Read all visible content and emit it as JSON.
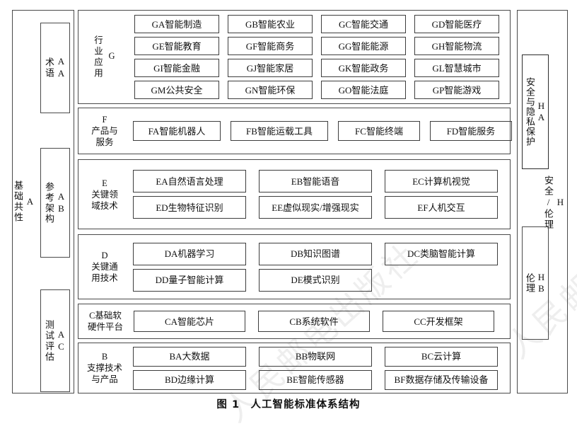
{
  "figure": {
    "caption": "图 1　人工智能标准体系结构",
    "colors": {
      "border": "#3d3d3d",
      "text": "#111111",
      "background": "#ffffff",
      "watermark": "rgba(0,0,0,0.065)"
    }
  },
  "watermark": {
    "text": "人民邮电出版社"
  },
  "left_column": {
    "code": "A",
    "label": "A\n基础共性",
    "items": [
      {
        "code": "AA",
        "label": "AA\n术语"
      },
      {
        "code": "AB",
        "label": "AB\n参考架构"
      },
      {
        "code": "AC",
        "label": "AC\n测试评估"
      }
    ]
  },
  "right_column": {
    "code": "H",
    "label": "H\n安全/伦理",
    "items": [
      {
        "code": "HA",
        "label": "HA\n安全与隐私保护"
      },
      {
        "code": "HB",
        "label": "HB\n伦理"
      }
    ]
  },
  "rows": [
    {
      "code": "G",
      "label": "G\n行业应用",
      "lines": [
        [
          {
            "code": "GA",
            "label": "GA智能制造"
          },
          {
            "code": "GB",
            "label": "GB智能农业"
          },
          {
            "code": "GC",
            "label": "GC智能交通"
          },
          {
            "code": "GD",
            "label": "GD智能医疗"
          }
        ],
        [
          {
            "code": "GE",
            "label": "GE智能教育"
          },
          {
            "code": "GF",
            "label": "GF智能商务"
          },
          {
            "code": "GG",
            "label": "GG智能能源"
          },
          {
            "code": "GH",
            "label": "GH智能物流"
          }
        ],
        [
          {
            "code": "GI",
            "label": "GI智能金融"
          },
          {
            "code": "GJ",
            "label": "GJ智能家居"
          },
          {
            "code": "GK",
            "label": "GK智能政务"
          },
          {
            "code": "GL",
            "label": "GL智慧城市"
          }
        ],
        [
          {
            "code": "GM",
            "label": "GM公共安全"
          },
          {
            "code": "GN",
            "label": "GN智能环保"
          },
          {
            "code": "GO",
            "label": "GO智能法庭"
          },
          {
            "code": "GP",
            "label": "GP智能游戏"
          }
        ]
      ]
    },
    {
      "code": "F",
      "label": "F\n产品与\n服务",
      "lines": [
        [
          {
            "code": "FA",
            "label": "FA智能机器人"
          },
          {
            "code": "FB",
            "label": "FB智能运载工具"
          },
          {
            "code": "FC",
            "label": "FC智能终端"
          },
          {
            "code": "FD",
            "label": "FD智能服务"
          }
        ]
      ]
    },
    {
      "code": "E",
      "label": "E\n关键领\n域技术",
      "lines": [
        [
          {
            "code": "EA",
            "label": "EA自然语言处理"
          },
          {
            "code": "EB",
            "label": "EB智能语音"
          },
          {
            "code": "EC",
            "label": "EC计算机视觉"
          }
        ],
        [
          {
            "code": "ED",
            "label": "ED生物特征识别"
          },
          {
            "code": "EE",
            "label": "EE虚似现实/增强现实"
          },
          {
            "code": "EF",
            "label": "EF人机交互"
          }
        ]
      ]
    },
    {
      "code": "D",
      "label": "D\n关键通\n用技术",
      "lines": [
        [
          {
            "code": "DA",
            "label": "DA机器学习"
          },
          {
            "code": "DB",
            "label": "DB知识图谱"
          },
          {
            "code": "DC",
            "label": "DC类脑智能计算"
          }
        ],
        [
          {
            "code": "DD",
            "label": "DD量子智能计算"
          },
          {
            "code": "DE",
            "label": "DE模式识别"
          }
        ]
      ]
    },
    {
      "code": "C",
      "label": "C基础软\n硬件平台",
      "lines": [
        [
          {
            "code": "CA",
            "label": "CA智能芯片"
          },
          {
            "code": "CB",
            "label": "CB系统软件"
          },
          {
            "code": "CC",
            "label": "CC开发框架"
          }
        ]
      ]
    },
    {
      "code": "B",
      "label": "B\n支撑技术\n与产品",
      "lines": [
        [
          {
            "code": "BA",
            "label": "BA大数据"
          },
          {
            "code": "BB",
            "label": "BB物联网"
          },
          {
            "code": "BC",
            "label": "BC云计算"
          }
        ],
        [
          {
            "code": "BD",
            "label": "BD边缘计算"
          },
          {
            "code": "BE",
            "label": "BE智能传感器"
          },
          {
            "code": "BF",
            "label": "BF数据存储及传输设备"
          }
        ]
      ]
    }
  ]
}
